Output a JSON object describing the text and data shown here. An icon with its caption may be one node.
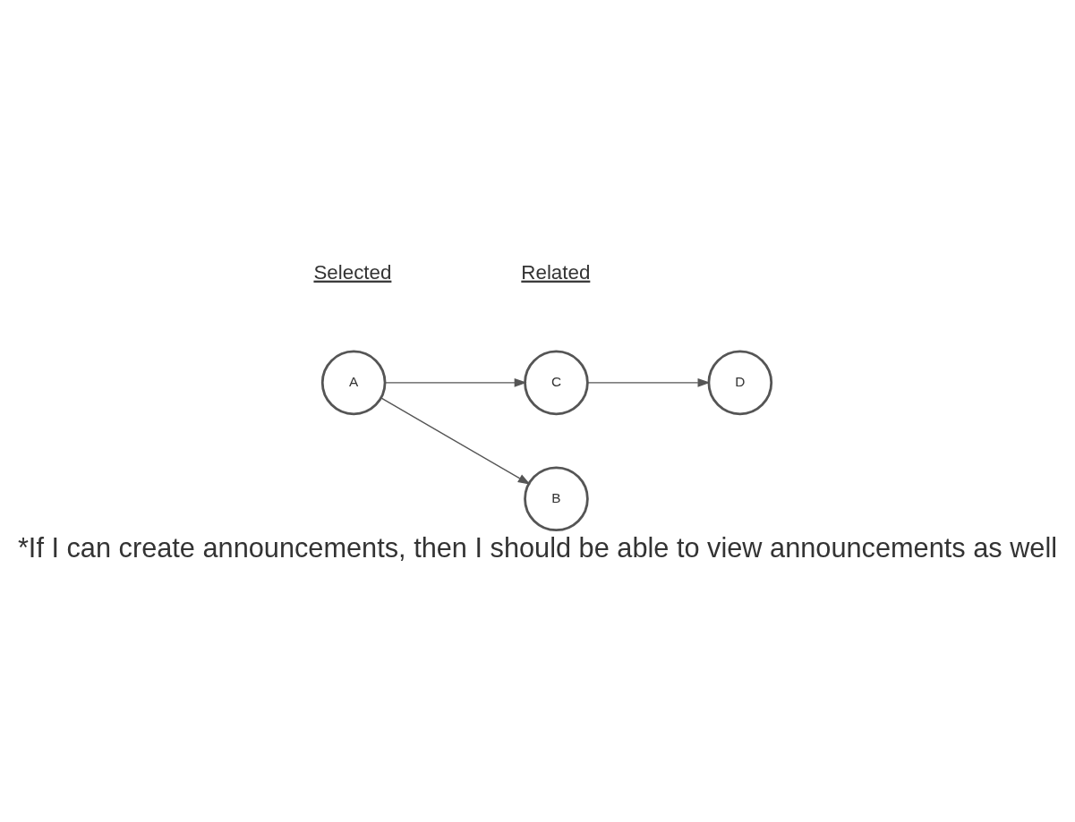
{
  "diagram": {
    "caption": "*If I can create announcements, then I should be able to view announcements as well",
    "nodes": [
      {
        "text": [
          "A"
        ]
      },
      {
        "text": [
          "B"
        ]
      },
      {
        "text": [
          "C"
        ]
      },
      {
        "text": [
          "D"
        ]
      }
    ],
    "edges": [
      {
        "from": 0,
        "to": 1,
        "arrow": "to"
      },
      {
        "from": 0,
        "to": 2,
        "arrow": "to"
      },
      {
        "from": 2,
        "to": 3,
        "arrow": "to"
      }
    ],
    "labels": [
      "Selected",
      "Related"
    ]
  }
}
